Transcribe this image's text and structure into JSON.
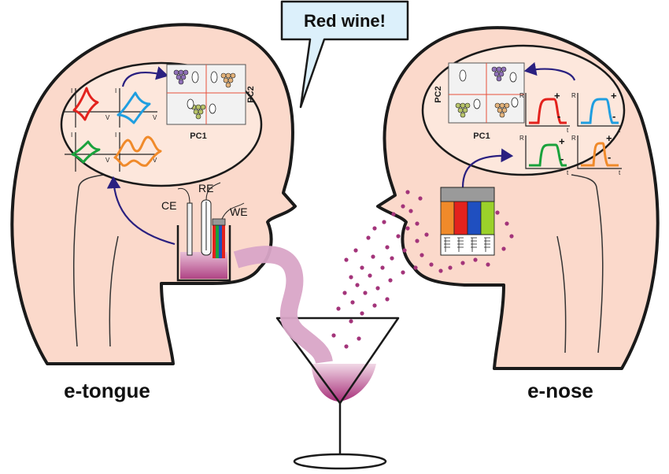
{
  "speech": {
    "text": "Red wine!"
  },
  "tongue": {
    "label": "e-tongue",
    "electrodes": {
      "ce": "CE",
      "re": "RE",
      "we": "WE"
    },
    "pca": {
      "pc1": "PC1",
      "pc2": "PC2"
    },
    "axis": {
      "y": "I",
      "x": "V"
    }
  },
  "nose": {
    "label": "e-nose",
    "pca": {
      "pc1": "PC1",
      "pc2": "PC2"
    },
    "axis": {
      "y": "R",
      "x": "t"
    },
    "plus": "+",
    "minus": "-"
  },
  "colors": {
    "skin": "#fbd9cb",
    "outline": "#1a1a1a",
    "arrow": "#2a2080",
    "wine": "#b0407f",
    "wine_light": "#d9a5c7",
    "dots": "#a3347a",
    "red": "#e3221d",
    "blue": "#1f9ee0",
    "green": "#1aa23c",
    "orange": "#f08a2a",
    "grape": "#b8c46a"
  }
}
